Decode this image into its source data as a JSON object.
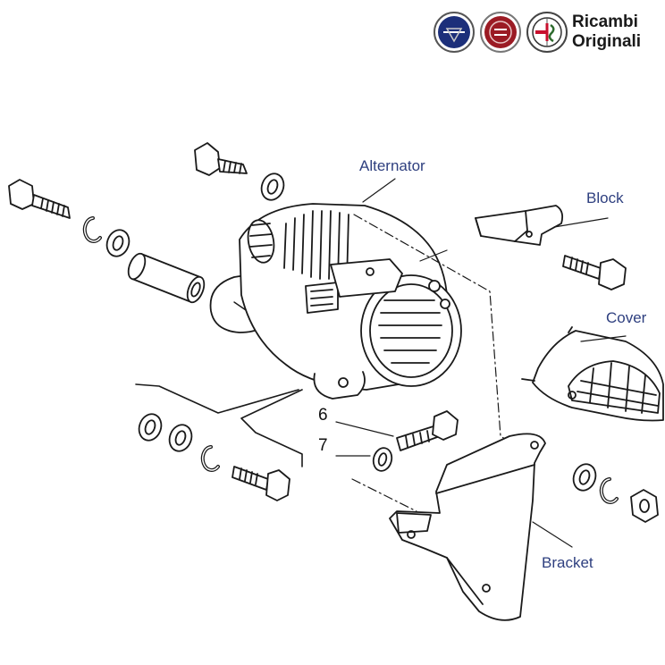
{
  "brand": {
    "line1": "Ricambi",
    "line2": "Originali",
    "logos": [
      {
        "name": "lancia-logo-icon",
        "text": "LANCIA",
        "color": "#1c2f7a"
      },
      {
        "name": "fiat-logo-icon",
        "text": "FIAT",
        "color": "#9b1b24"
      },
      {
        "name": "alfa-romeo-logo-icon",
        "text": "ALFA ROMEO",
        "color": "#2d6a2d"
      }
    ]
  },
  "labels": {
    "alternator": "Alternator",
    "block": "Block",
    "cover": "Cover",
    "bracket": "Bracket"
  },
  "callouts": {
    "six": "6",
    "seven": "7"
  },
  "colors": {
    "label": "#2e3f7f",
    "line": "#1a1a1a"
  }
}
